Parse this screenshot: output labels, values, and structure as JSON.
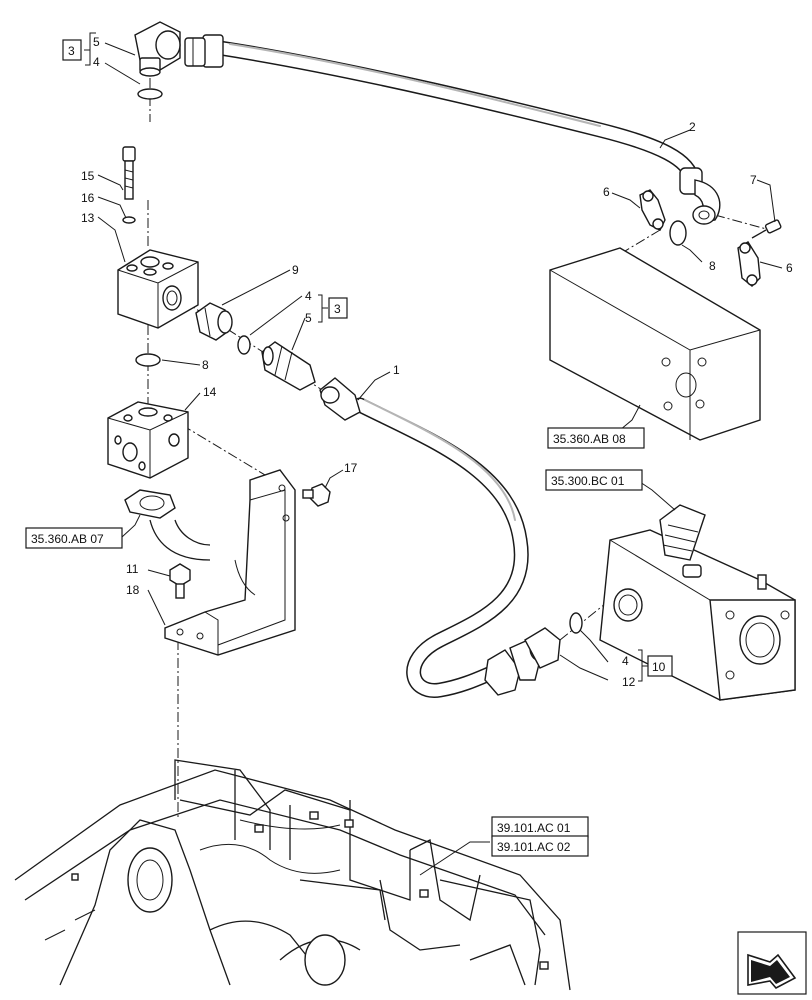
{
  "callouts": {
    "n1": "1",
    "n2": "2",
    "n4a": "4",
    "n4b": "4",
    "n4c": "4",
    "n5a": "5",
    "n5b": "5",
    "n6a": "6",
    "n6b": "6",
    "n7": "7",
    "n8a": "8",
    "n8b": "8",
    "n9": "9",
    "n11": "11",
    "n12": "12",
    "n13": "13",
    "n14": "14",
    "n15": "15",
    "n16": "16",
    "n17": "17",
    "n18": "18"
  },
  "kits": {
    "k3a": "3",
    "k3b": "3",
    "k10": "10"
  },
  "references": {
    "ab08": "35.360.AB 08",
    "bc01": "35.300.BC 01",
    "ab07": "35.360.AB 07",
    "ac01": "39.101.AC 01",
    "ac02": "39.101.AC 02"
  },
  "nav": {
    "icon": "next-page-arrow-icon"
  }
}
